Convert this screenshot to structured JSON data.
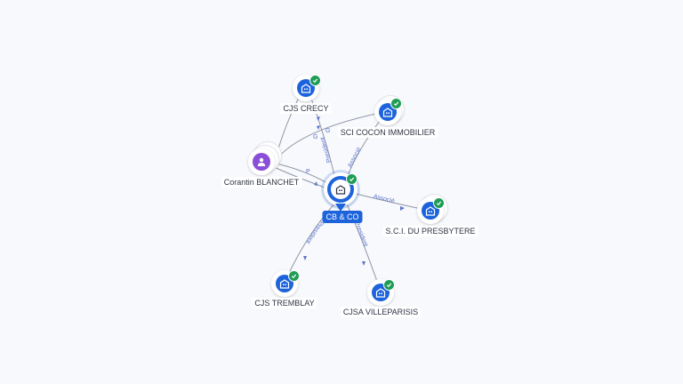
{
  "colors": {
    "company": "#1d63dc",
    "person": "#8a4fd8",
    "verified": "#1f9d55",
    "edge": "#8f96a8",
    "edge_label": "#5a73c8"
  },
  "icons": {
    "company": "building-icon",
    "person": "user-icon",
    "verified": "check-badge-icon"
  },
  "nodes": {
    "center": {
      "label": "CB & CO",
      "type": "company",
      "verified": true
    },
    "cjs_crecy": {
      "label": "CJS CRECY",
      "type": "company",
      "verified": true
    },
    "sci_cocon": {
      "label": "SCI COCON IMMOBILIER",
      "type": "company",
      "verified": true
    },
    "corantin": {
      "label": "Corantin BLANCHET",
      "type": "person",
      "verified": false
    },
    "sci_presbytere": {
      "label": "S.C.I. DU PRESBYTERE",
      "type": "company",
      "verified": true
    },
    "cjs_tremblay": {
      "label": "CJS TREMBLAY",
      "type": "company",
      "verified": true
    },
    "cjsa_villeparisis": {
      "label": "CJSA VILLEPARISIS",
      "type": "company",
      "verified": true
    }
  },
  "edges": {
    "center_cjs_crecy": "President",
    "center_sci_cocon": "Associé",
    "center_sci_presbytere": "Associé",
    "center_cjs_tremblay": "President",
    "center_cjsa_villeparisis": "President",
    "corantin_cjs_crecy": "G",
    "corantin_sci_cocon": "G",
    "corantin_center": "P"
  }
}
